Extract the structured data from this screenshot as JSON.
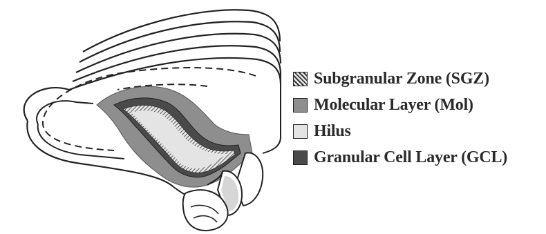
{
  "legend": {
    "items": [
      {
        "label": "Subgranular Zone (SGZ)",
        "fill": "hatch"
      },
      {
        "label": "Molecular Layer (Mol)",
        "fill": "#8e8e8e"
      },
      {
        "label": "Hilus",
        "fill": "#e4e4e4"
      },
      {
        "label": "Granular Cell Layer (GCL)",
        "fill": "#4a4a4a"
      }
    ]
  },
  "colors": {
    "molecular_layer": "#8e8e8e",
    "hilus": "#e4e4e4",
    "granular_cell_layer": "#4a4a4a",
    "outline": "#222222",
    "background": "#ffffff"
  }
}
